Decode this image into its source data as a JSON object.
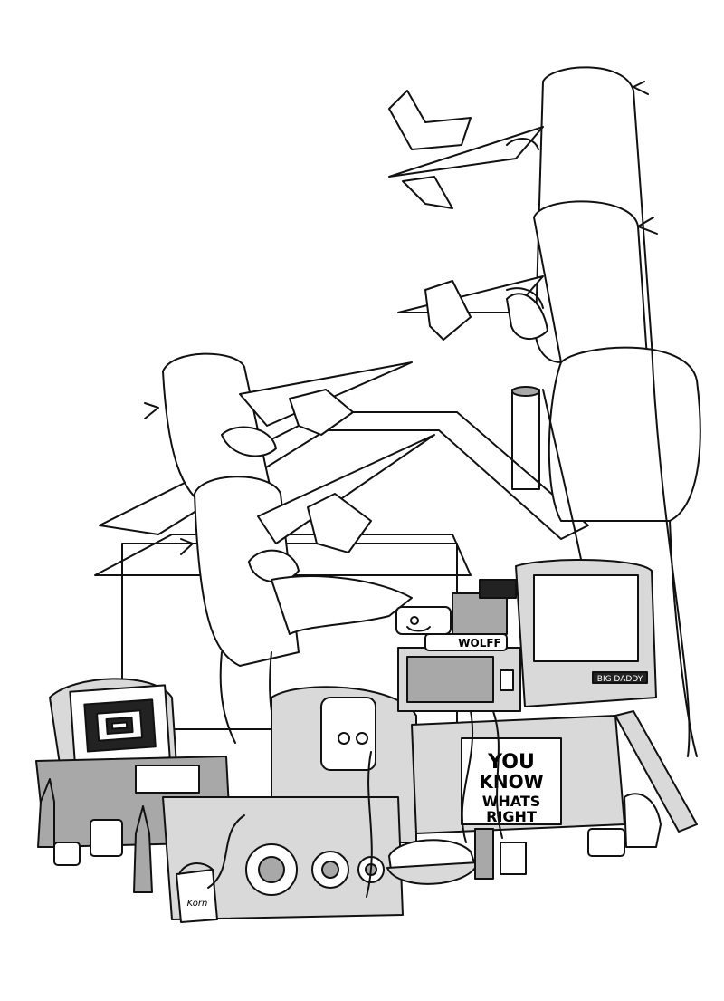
{
  "labels": {
    "sign_line1": "YOU",
    "sign_line2": "KNOW",
    "sign_line3": "WHATS",
    "sign_line4": "RIGHT",
    "toaster_label": "WOLFF",
    "tv_label": "BIG DADDY",
    "bag_label": "Korn"
  },
  "colors": {
    "ink": "#111111",
    "paper": "#ffffff",
    "light_gray": "#d9d9d9",
    "mid_gray": "#a8a8a8",
    "dark_gray": "#6e6e6e"
  }
}
